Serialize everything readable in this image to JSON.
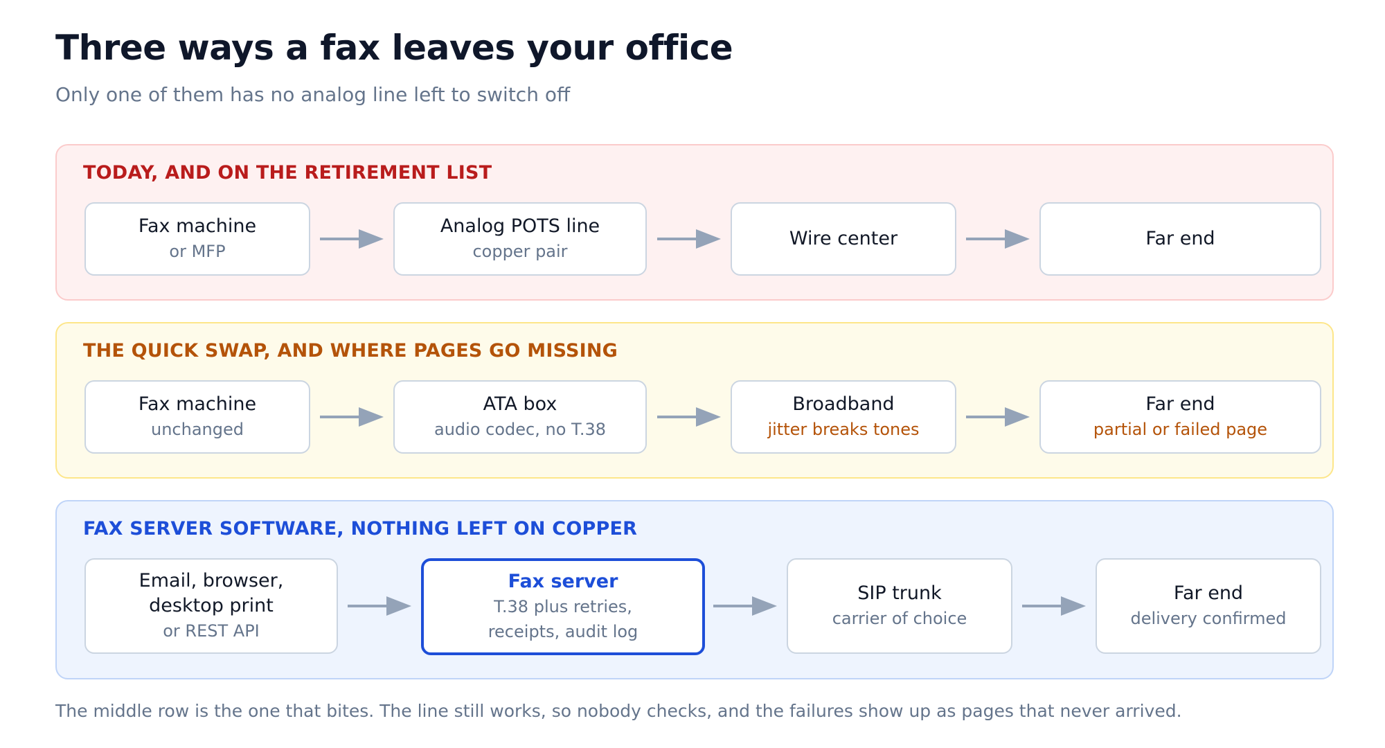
{
  "title": "Three ways a fax leaves your office",
  "subtitle": "Only one of them has no analog line left to switch off",
  "rows": [
    {
      "heading": "TODAY, AND ON THE RETIREMENT LIST",
      "nodes": [
        {
          "main": "Fax machine",
          "sub": "or MFP"
        },
        {
          "main": "Analog POTS line",
          "sub": "copper pair"
        },
        {
          "main": "Wire center",
          "sub": ""
        },
        {
          "main": "Far end",
          "sub": ""
        }
      ]
    },
    {
      "heading": "THE QUICK SWAP, AND WHERE PAGES GO MISSING",
      "nodes": [
        {
          "main": "Fax machine",
          "sub": "unchanged"
        },
        {
          "main": "ATA box",
          "sub": "audio codec, no T.38"
        },
        {
          "main": "Broadband",
          "sub": "jitter breaks tones"
        },
        {
          "main": "Far end",
          "sub": "partial or failed page"
        }
      ]
    },
    {
      "heading": "FAX SERVER SOFTWARE, NOTHING LEFT ON COPPER",
      "nodes": [
        {
          "main": "Email, browser,\ndesktop print",
          "sub": "or REST API"
        },
        {
          "main": "Fax server",
          "sub": "T.38 plus retries,\nreceipts, audit log"
        },
        {
          "main": "SIP trunk",
          "sub": "carrier of choice"
        },
        {
          "main": "Far end",
          "sub": "delivery confirmed"
        }
      ]
    }
  ],
  "footnote": "The middle row is the one that bites. The line still works, so nobody checks, and the failures show up as pages that never arrived.",
  "colors": {
    "row1_accent": "#b91c1c",
    "row2_accent": "#b45309",
    "row3_accent": "#1d4ed8",
    "arrow": "#94a3b8"
  }
}
